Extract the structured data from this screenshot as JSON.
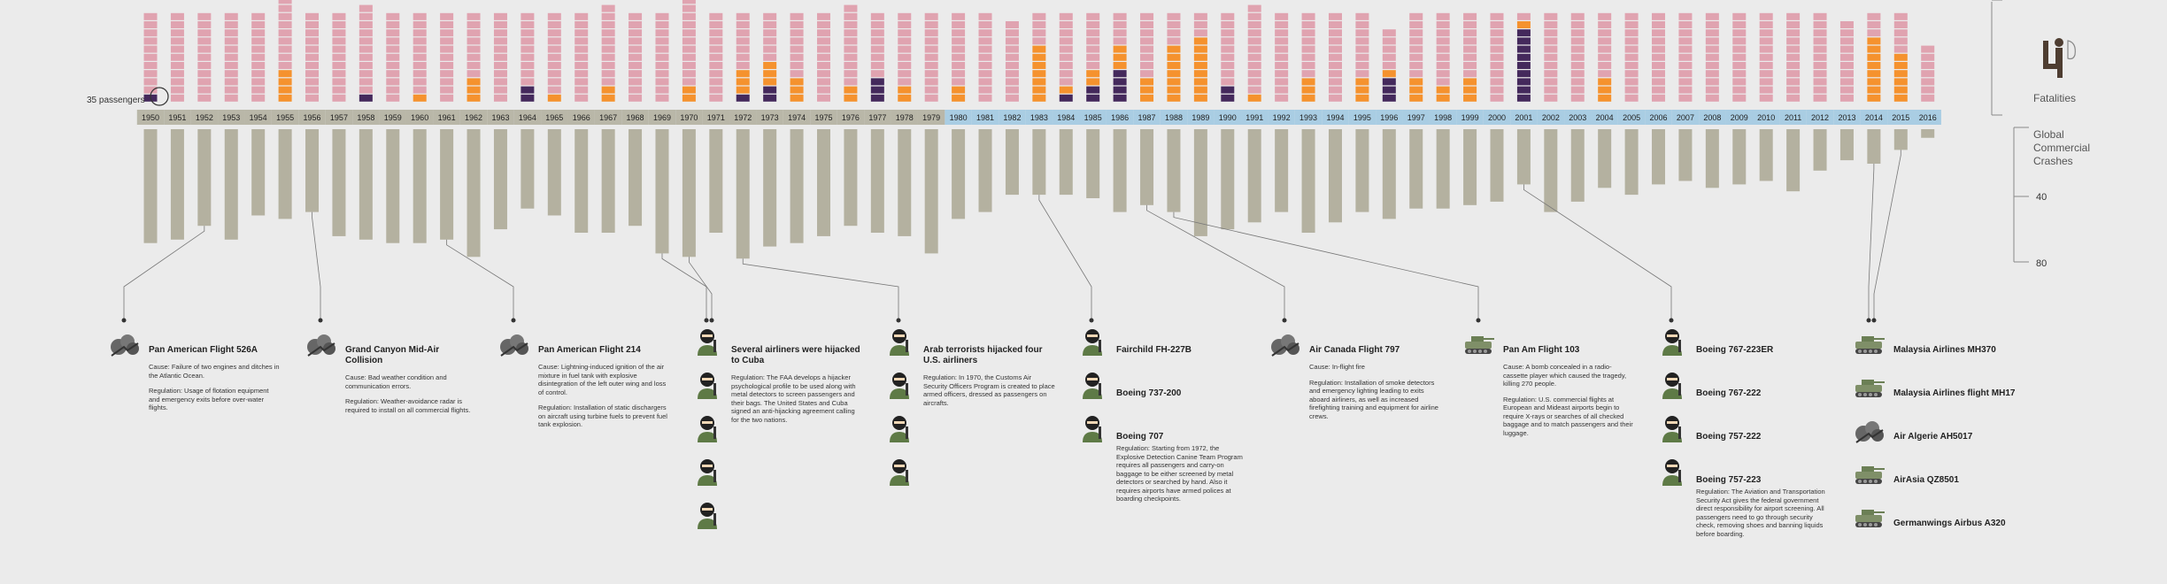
{
  "colors": {
    "pink": "#e0a3b0",
    "orange": "#f5922e",
    "purple": "#44295c",
    "grey": "#b4b1a0",
    "year_band_early": "#b9b7a8",
    "year_band_late": "#a9cde3"
  },
  "labels": {
    "passengers": "35 passengers",
    "fatalities": "Fatalities",
    "crashes": "Global Commercial Crashes",
    "tick40": "40",
    "tick80": "80"
  },
  "chart_data": {
    "type": "bar",
    "categories": [
      "1950",
      "1951",
      "1952",
      "1953",
      "1954",
      "1955",
      "1956",
      "1957",
      "1958",
      "1959",
      "1960",
      "1961",
      "1962",
      "1963",
      "1964",
      "1965",
      "1966",
      "1967",
      "1968",
      "1969",
      "1970",
      "1971",
      "1972",
      "1973",
      "1974",
      "1975",
      "1976",
      "1977",
      "1978",
      "1979",
      "1980",
      "1981",
      "1982",
      "1983",
      "1984",
      "1985",
      "1986",
      "1987",
      "1988",
      "1989",
      "1990",
      "1991",
      "1992",
      "1993",
      "1994",
      "1995",
      "1996",
      "1997",
      "1998",
      "1999",
      "2000",
      "2001",
      "2002",
      "2003",
      "2004",
      "2005",
      "2006",
      "2007",
      "2008",
      "2009",
      "2010",
      "2011",
      "2012",
      "2013",
      "2014",
      "2015",
      "2016"
    ],
    "fatalities_units": {
      "pink": [
        10,
        11,
        11,
        11,
        11,
        9,
        11,
        11,
        11,
        11,
        10,
        11,
        8,
        11,
        9,
        10,
        11,
        10,
        11,
        11,
        11,
        11,
        7,
        6,
        8,
        11,
        10,
        8,
        9,
        11,
        9,
        11,
        10,
        4,
        9,
        7,
        4,
        8,
        4,
        3,
        9,
        11,
        11,
        8,
        11,
        8,
        5,
        8,
        9,
        8,
        11,
        1,
        11,
        11,
        8,
        11,
        11,
        11,
        11,
        11,
        11,
        11,
        11,
        10,
        3,
        5,
        7
      ],
      "orange": [
        0,
        0,
        0,
        0,
        0,
        4,
        0,
        0,
        0,
        0,
        1,
        0,
        3,
        0,
        0,
        1,
        0,
        2,
        0,
        0,
        2,
        0,
        3,
        3,
        3,
        0,
        2,
        0,
        2,
        0,
        2,
        0,
        0,
        7,
        1,
        2,
        3,
        3,
        7,
        8,
        0,
        1,
        0,
        3,
        0,
        3,
        1,
        3,
        2,
        3,
        0,
        1,
        0,
        0,
        3,
        0,
        0,
        0,
        0,
        0,
        0,
        0,
        0,
        0,
        8,
        6,
        0
      ],
      "purple": [
        1,
        0,
        0,
        0,
        0,
        0,
        0,
        0,
        1,
        0,
        0,
        0,
        0,
        0,
        2,
        0,
        0,
        0,
        0,
        0,
        0,
        0,
        1,
        2,
        0,
        0,
        0,
        3,
        0,
        0,
        0,
        0,
        0,
        0,
        1,
        2,
        4,
        0,
        0,
        0,
        2,
        0,
        0,
        0,
        0,
        0,
        3,
        0,
        0,
        0,
        0,
        9,
        0,
        0,
        0,
        0,
        0,
        0,
        0,
        0,
        0,
        0,
        0,
        0,
        0,
        0,
        0
      ]
    },
    "crashes": [
      66,
      64,
      56,
      64,
      50,
      52,
      48,
      62,
      64,
      66,
      66,
      64,
      74,
      58,
      46,
      50,
      60,
      60,
      56,
      72,
      74,
      60,
      75,
      68,
      66,
      62,
      56,
      60,
      62,
      72,
      52,
      48,
      38,
      38,
      38,
      40,
      48,
      44,
      48,
      62,
      58,
      54,
      48,
      60,
      54,
      48,
      52,
      46,
      46,
      44,
      42,
      32,
      48,
      42,
      34,
      38,
      32,
      30,
      34,
      32,
      30,
      36,
      24,
      18,
      20,
      12,
      5
    ],
    "crashes_axis": {
      "ticks": [
        40,
        80
      ]
    },
    "band_split_year": "1980"
  },
  "stories": [
    {
      "title": "Pan American Flight 526A",
      "p1": "Cause: Failure of two engines and ditches in the Atlantic Ocean.",
      "p2": "Regulation: Usage of flotation equipment and emergency exits before over-water flights.",
      "icons": [
        "fire-icon"
      ],
      "extras": []
    },
    {
      "title": "Grand Canyon Mid-Air Collision",
      "p1": "Cause: Bad weather condition and communication errors.",
      "p2": "Regulation: Weather-avoidance radar is required to install on all commercial flights.",
      "icons": [
        "fire-icon"
      ],
      "extras": []
    },
    {
      "title": "Pan American Flight 214",
      "p1": "Cause: Lightning-induced ignition of the air mixture in fuel tank with explosive disintegration of the left outer wing and loss of control.",
      "p2": "Regulation: Installation of static dischargers on aircraft using turbine fuels to prevent fuel tank explosion.",
      "icons": [
        "fire-icon"
      ],
      "extras": []
    },
    {
      "title": "Several airliners were hijacked to Cuba",
      "p1": "Regulation: The FAA develops a hijacker psychological profile to be used along with metal detectors to screen passengers and their bags. The United States and Cuba signed an anti-hijacking agreement calling for the two nations.",
      "p2": "",
      "icons": [
        "hijacker-icon",
        "hijacker-icon",
        "hijacker-icon",
        "hijacker-icon",
        "hijacker-icon"
      ],
      "extras": []
    },
    {
      "title": "Arab terrorists hijacked four U.S. airliners",
      "p1": "Regulation: In 1970, the Customs Air Security Officers Program is created to place armed officers, dressed as passengers on aircrafts.",
      "p2": "",
      "icons": [
        "hijacker-icon",
        "hijacker-icon",
        "hijacker-icon",
        "hijacker-icon"
      ],
      "extras": []
    },
    {
      "title": "Fairchild FH-227B",
      "p1": "",
      "p2": "Regulation: Starting from 1972, the Explosive Detection Canine Team Program requires all passengers and carry-on baggage to be either screened by metal detectors or searched by hand. Also it requires airports have armed polices at boarding checkpoints.",
      "icons": [
        "hijacker-icon",
        "hijacker-icon",
        "hijacker-icon"
      ],
      "extras": [
        "Boeing 737-200",
        "Boeing 707"
      ]
    },
    {
      "title": "Air Canada Flight 797",
      "p1": "Cause: In-flight fire",
      "p2": "Regulation: Installation of smoke detectors and emergency lighting leading to exits aboard airliners, as well as increased firefighting training and equipment for airline crews.",
      "icons": [
        "fire-icon"
      ],
      "extras": []
    },
    {
      "title": "Pan Am Flight 103",
      "p1": "Cause: A bomb concealed in a radio-cassette player which caused the tragedy, killing 270 people.",
      "p2": "Regulation: U.S. commercial flights at European and Mideast airports begin to require X-rays or searches of all checked baggage and to match passengers and their luggage.",
      "icons": [
        "tank-icon"
      ],
      "extras": []
    },
    {
      "title": "Boeing 767-223ER",
      "p1": "",
      "p2": "Regulation: The Aviation and Transportation Security Act gives the federal government direct responsibility for airport screening. All passengers need to go through security check, removing shoes and banning liquids before boarding.",
      "icons": [
        "hijacker-icon",
        "hijacker-icon",
        "hijacker-icon",
        "hijacker-icon"
      ],
      "extras": [
        "Boeing 767-222",
        "Boeing 757-222",
        "Boeing 757-223"
      ]
    },
    {
      "title": "Malaysia Airlines MH370",
      "p1": "",
      "p2": "",
      "icons": [
        "tank-icon",
        "tank-icon",
        "fire-icon",
        "tank-icon",
        "tank-icon"
      ],
      "extras": [
        "Malaysia Airlines flight MH17",
        "Air Algerie AH5017",
        "AirAsia QZ8501",
        "Germanwings Airbus A320"
      ]
    }
  ]
}
